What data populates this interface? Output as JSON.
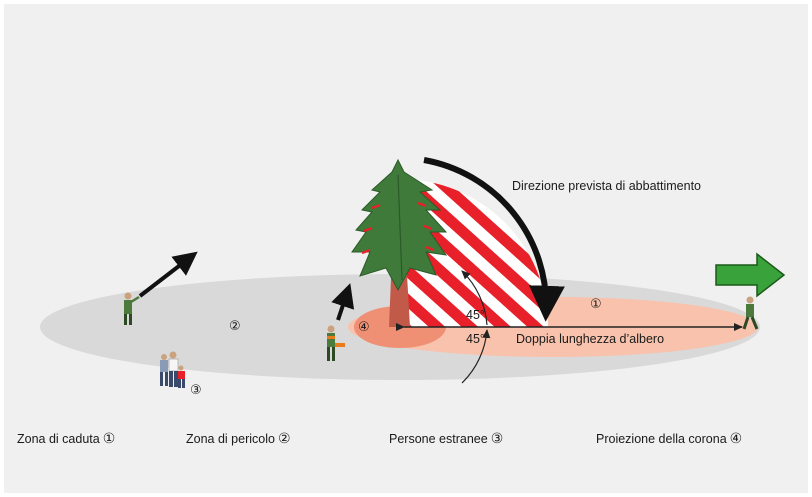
{
  "diagram": {
    "direction_label": "Direzione prevista di abbattimento",
    "double_length_label": "Doppia lunghezza d’albero",
    "angle_upper": "45°",
    "angle_lower": "45°",
    "zone_markers": {
      "falling_zone": "①",
      "danger_zone": "②",
      "bystanders": "③",
      "crown_projection": "④"
    }
  },
  "legend": [
    {
      "label": "Zona di caduta",
      "num": "①"
    },
    {
      "label": "Zona di pericolo",
      "num": "②"
    },
    {
      "label": "Persone estranee",
      "num": "③"
    },
    {
      "label": "Proiezione della corona",
      "num": "④"
    }
  ],
  "colors": {
    "background": "#f0f0f0",
    "danger_zone": "#d9d9d9",
    "falling_zone": "#f8c2ac",
    "crown_projection": "#ef8f74",
    "stripe_red": "#e8202a",
    "tree_green": "#3f7a3a",
    "escape_arrow": "#3aa23a",
    "worker_green": "#4c7a3c"
  }
}
